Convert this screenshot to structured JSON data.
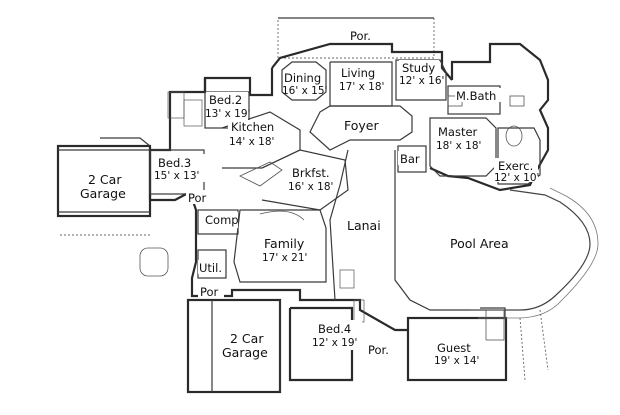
{
  "rooms": {
    "porch_top": {
      "name": "Por."
    },
    "dining": {
      "name": "Dining",
      "size": "16' x 15'"
    },
    "living": {
      "name": "Living",
      "size": "17' x 18'"
    },
    "study": {
      "name": "Study",
      "size": "12' x 16'"
    },
    "bed2": {
      "name": "Bed.2",
      "size": "13' x 19'"
    },
    "mbath": {
      "name": "M.Bath"
    },
    "foyer": {
      "name": "Foyer"
    },
    "kitchen": {
      "name": "Kitchen",
      "size": "14' x 18'"
    },
    "master": {
      "name": "Master",
      "size": "18' x 18'"
    },
    "bed3": {
      "name": "Bed.3",
      "size": "15' x 13'"
    },
    "bar": {
      "name": "Bar"
    },
    "brkfst": {
      "name": "Brkfst.",
      "size": "16' x 18'"
    },
    "exerc": {
      "name": "Exerc.",
      "size": "12' x 10'"
    },
    "garage_left": {
      "name": "2 Car",
      "name2": "Garage"
    },
    "porch_left": {
      "name": "Por"
    },
    "comp": {
      "name": "Comp"
    },
    "lanai": {
      "name": "Lanai"
    },
    "family": {
      "name": "Family",
      "size": "17' x 21'"
    },
    "pool": {
      "name": "Pool Area"
    },
    "util": {
      "name": "Util."
    },
    "porch_bottom": {
      "name": "Por"
    },
    "garage_bottom": {
      "name": "2 Car",
      "name2": "Garage"
    },
    "bed4": {
      "name": "Bed.4",
      "size": "12' x 19'"
    },
    "porch_guest": {
      "name": "Por."
    },
    "guest": {
      "name": "Guest",
      "size": "19' x 14'"
    }
  }
}
